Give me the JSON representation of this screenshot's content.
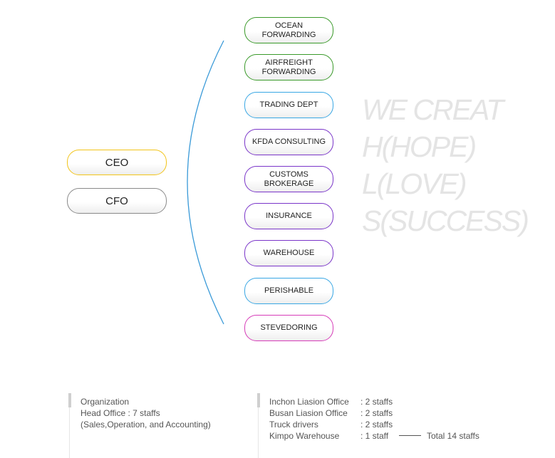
{
  "executives": [
    {
      "label": "CEO",
      "color": "#f2c419"
    },
    {
      "label": "CFO",
      "color": "#8a8a8a"
    }
  ],
  "departments": [
    {
      "lines": [
        "OCEAN",
        "FORWARDING"
      ],
      "color": "#3a9a2a"
    },
    {
      "lines": [
        "AIRFREIGHT",
        "FORWARDING"
      ],
      "color": "#3a9a2a"
    },
    {
      "lines": [
        "TRADING DEPT"
      ],
      "color": "#39a7e4"
    },
    {
      "lines": [
        "KFDA CONSULTING"
      ],
      "color": "#7a35c9"
    },
    {
      "lines": [
        "CUSTOMS",
        "BROKERAGE"
      ],
      "color": "#7a35c9"
    },
    {
      "lines": [
        "INSURANCE"
      ],
      "color": "#7a35c9"
    },
    {
      "lines": [
        "WAREHOUSE"
      ],
      "color": "#7a35c9"
    },
    {
      "lines": [
        "PERISHABLE"
      ],
      "color": "#39a7e4"
    },
    {
      "lines": [
        "STEVEDORING"
      ],
      "color": "#d63cb8"
    }
  ],
  "motto": [
    "WE CREAT",
    "H(HOPE)",
    "L(LOVE)",
    "S(SUCCESS)"
  ],
  "connector_color": "#3a9ad8",
  "info_left": {
    "lines": [
      "Organization",
      "Head Office  :  7  staffs",
      "(Sales,Operation, and Accounting)"
    ]
  },
  "info_right": {
    "rows": [
      {
        "label": "Inchon Liasion Office",
        "value": ": 2 staffs"
      },
      {
        "label": "Busan Liasion Office",
        "value": ": 2 staffs"
      },
      {
        "label": "Truck drivers",
        "value": ": 2 staffs"
      },
      {
        "label": "Kimpo Warehouse",
        "value": ": 1 staff"
      }
    ],
    "total": "Total 14 staffs"
  }
}
